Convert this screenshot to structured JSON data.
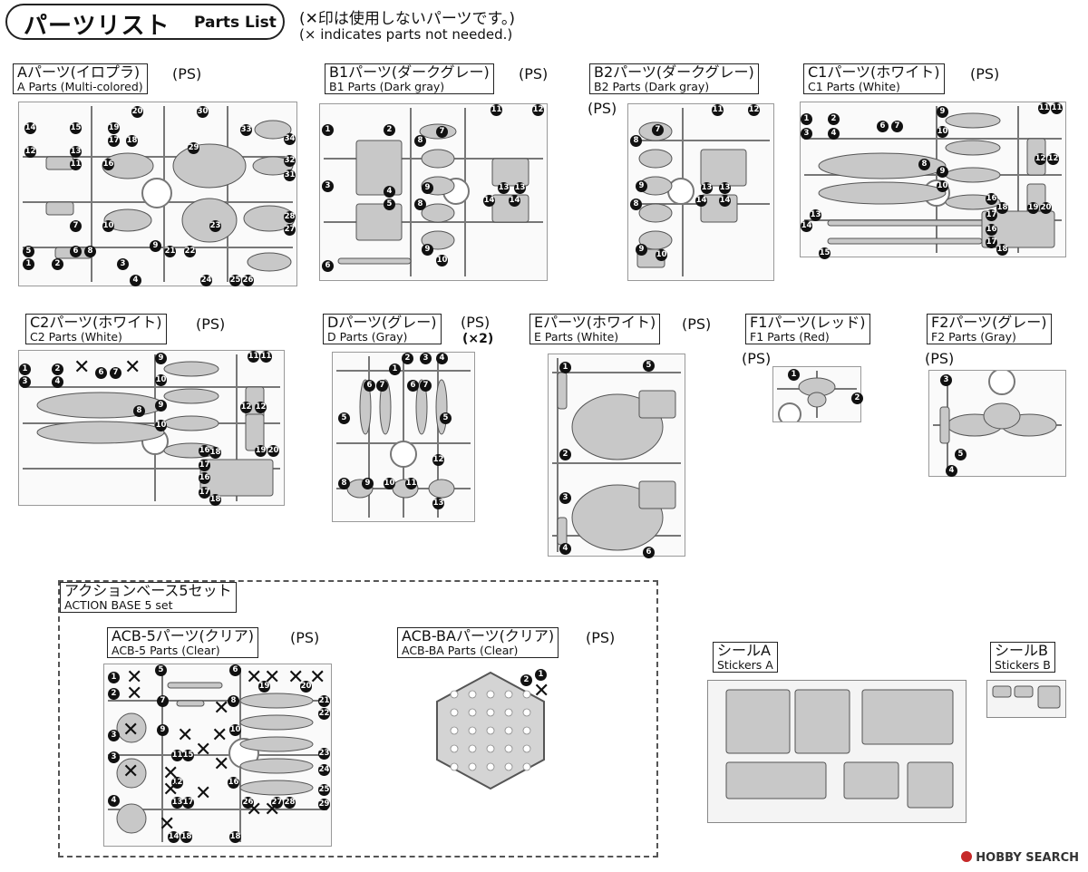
{
  "header": {
    "title_jp": "パーツリスト",
    "title_en": "Parts List",
    "note_jp": "(✕印は使用しないパーツです。)",
    "note_en": "(× indicates parts not needed.)"
  },
  "runners": {
    "a": {
      "name_jp": "Aパーツ(イロプラ)",
      "name_en": "A Parts (Multi-colored)",
      "tag": "(PS)"
    },
    "b1": {
      "name_jp": "B1パーツ(ダークグレー)",
      "name_en": "B1 Parts (Dark gray)",
      "tag": "(PS)"
    },
    "b2": {
      "name_jp": "B2パーツ(ダークグレー)",
      "name_en": "B2 Parts (Dark gray)",
      "tag": "(PS)"
    },
    "c1": {
      "name_jp": "C1パーツ(ホワイト)",
      "name_en": "C1 Parts (White)",
      "tag": "(PS)"
    },
    "c2": {
      "name_jp": "C2パーツ(ホワイト)",
      "name_en": "C2 Parts (White)",
      "tag": "(PS)"
    },
    "d": {
      "name_jp": "Dパーツ(グレー)",
      "name_en": "D Parts (Gray)",
      "tag": "(PS)",
      "count": "(×2)"
    },
    "e": {
      "name_jp": "Eパーツ(ホワイト)",
      "name_en": "E Parts (White)",
      "tag": "(PS)"
    },
    "f1": {
      "name_jp": "F1パーツ(レッド)",
      "name_en": "F1 Parts (Red)",
      "tag": "(PS)"
    },
    "f2": {
      "name_jp": "F2パーツ(グレー)",
      "name_en": "F2 Parts (Gray)",
      "tag": "(PS)"
    },
    "acb5": {
      "name_jp": "ACB-5パーツ(クリア)",
      "name_en": "ACB-5 Parts (Clear)",
      "tag": "(PS)",
      "runner_mark": "ACB-5"
    },
    "acbba": {
      "name_jp": "ACB-BAパーツ(クリア)",
      "name_en": "ACB-BA Parts (Clear)",
      "tag": "(PS)",
      "runner_mark": "ACB-BA"
    }
  },
  "action_base": {
    "name_jp": "アクションベース5セット",
    "name_en": "ACTION BASE 5 set"
  },
  "stickers": {
    "a": {
      "name_jp": "シールA",
      "name_en": "Stickers A"
    },
    "b": {
      "name_jp": "シールB",
      "name_en": "Stickers B"
    }
  },
  "numbers": {
    "a": [
      "14",
      "15",
      "19",
      "17",
      "18",
      "20",
      "30",
      "12",
      "13",
      "11",
      "16",
      "29",
      "33",
      "34",
      "32",
      "31",
      "7",
      "10",
      "28",
      "23",
      "27",
      "5",
      "6",
      "8",
      "9",
      "21",
      "22",
      "1",
      "2",
      "3",
      "4",
      "24",
      "25",
      "26"
    ],
    "b1": [
      "1",
      "2",
      "3",
      "4",
      "5",
      "6",
      "7",
      "8",
      "8",
      "9",
      "9",
      "10",
      "11",
      "12",
      "13",
      "13",
      "14",
      "14"
    ],
    "b2": [
      "7",
      "8",
      "8",
      "9",
      "9",
      "10",
      "11",
      "12",
      "13",
      "13",
      "14",
      "14"
    ],
    "c1": [
      "1",
      "2",
      "3",
      "4",
      "6",
      "7",
      "9",
      "10",
      "8",
      "9",
      "10",
      "11",
      "11",
      "12",
      "12",
      "13",
      "14",
      "15",
      "16",
      "17",
      "16",
      "17",
      "18",
      "18",
      "19",
      "20"
    ],
    "c2": [
      "1",
      "2",
      "3",
      "4",
      "6",
      "7",
      "9",
      "10",
      "8",
      "9",
      "10",
      "11",
      "11",
      "12",
      "12",
      "16",
      "17",
      "16",
      "17",
      "18",
      "18",
      "19",
      "20"
    ],
    "d": [
      "1",
      "2",
      "3",
      "4",
      "6",
      "7",
      "6",
      "7",
      "5",
      "5",
      "12",
      "8",
      "9",
      "10",
      "11",
      "13"
    ],
    "e": [
      "1",
      "5",
      "2",
      "3",
      "4",
      "6"
    ],
    "f1": [
      "1",
      "2"
    ],
    "f2": [
      "3",
      "5",
      "4"
    ],
    "acb5": [
      "1",
      "2",
      "3",
      "3",
      "4",
      "5",
      "6",
      "19",
      "20",
      "21",
      "7",
      "8",
      "22",
      "9",
      "10",
      "23",
      "11",
      "15",
      "24",
      "12",
      "16",
      "25",
      "13",
      "17",
      "26",
      "27",
      "28",
      "29",
      "14",
      "18",
      "18"
    ],
    "acbba": [
      "2",
      "1"
    ]
  },
  "brand": {
    "site": "HOBBY SEARCH"
  },
  "colors": {
    "runner": "#d0d0d0",
    "outline": "#222222",
    "brand_red": "#c62828"
  }
}
